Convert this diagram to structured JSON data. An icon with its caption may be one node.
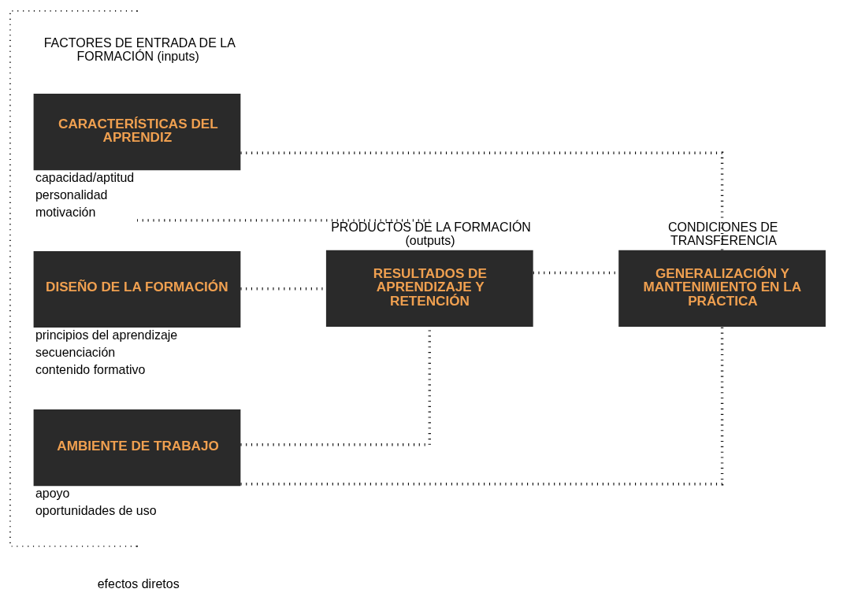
{
  "diagram": {
    "nodes": [
      {
        "text": [
          "CARACTERÍSTICAS DEL APRENDIZ"
        ],
        "beside": [
          "capacidad/aptitud",
          "personalidad",
          "motivación"
        ]
      },
      {
        "text": [
          "DISEÑO DE LA FORMACIÓN"
        ],
        "beside": [
          "principios del aprendizaje",
          "secuenciación",
          "contenido formativo"
        ]
      },
      {
        "text": [
          "AMBIENTE DE TRABAJO"
        ],
        "beside": [
          "apoyo",
          "oportunidades de uso"
        ]
      },
      {
        "text": [
          "PRODUCTOS DE LA FORMACIÓN (outputs)",
          "RESULTADOS DE APRENDIZAJE Y RETENCIÓN"
        ]
      },
      {
        "text": [
          "CONDICIONES DE TRANSFERENCIA",
          "GENERALIZACIÓN Y MANTENIMIENTO EN LA PRÁCTICA"
        ]
      }
    ],
    "edges": [
      {
        "from": 0,
        "to": 3,
        "arrow": "none"
      },
      {
        "from": 1,
        "to": 3,
        "arrow": "none"
      },
      {
        "from": 2,
        "to": 3,
        "arrow": "none"
      },
      {
        "from": 3,
        "to": 4,
        "arrow": "none"
      },
      {
        "from": 0,
        "to": 4,
        "arrow": "none"
      },
      {
        "from": 2,
        "to": 4,
        "arrow": "none"
      }
    ],
    "labels": [
      "FACTORES DE ENTRADA DE LA FORMACIÓN (inputs)"
    ],
    "legend": [
      {
        "text": "efectos diretos"
      }
    ]
  }
}
